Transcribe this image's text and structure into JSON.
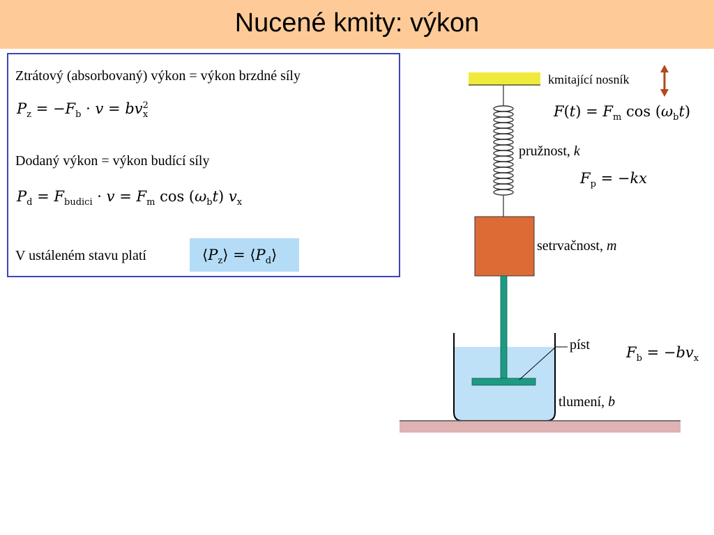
{
  "title": "Nucené kmity: výkon",
  "panel": {
    "line1": "Ztrátový (absorbovaný) výkon =  výkon brzdné síly",
    "eq1": "P_z = −F_b · v = b v_x²",
    "line2": "Dodaný výkon = výkon budící síly",
    "eq2": "P_d = F_budici · v = F_m cos (ω_b t) v_x",
    "line3": "V ustáleném stavu platí",
    "eq3": "⟨P_z⟩ = ⟨P_d⟩"
  },
  "diagram": {
    "beam_label": "kmitající nosník",
    "force_eq": "F(t) = F_m cos (ω_b t)",
    "spring_label": "pružnost, k",
    "spring_eq": "F_p = −kx",
    "mass_label": "setrvačnost, m",
    "piston_label": "píst",
    "damping_eq": "F_b = −b v_x",
    "damping_label": "tlumení, b"
  },
  "colors": {
    "title_bg": "#fecb98",
    "panel_border": "#3d44b8",
    "highlight": "#b5dcf7",
    "beam": "#f0ea3c",
    "arrow": "#b5471e",
    "mass": "#dd6b35",
    "rod": "#1e9a83",
    "liquid": "#bfe1f8",
    "floor": "#dfb3b3"
  }
}
